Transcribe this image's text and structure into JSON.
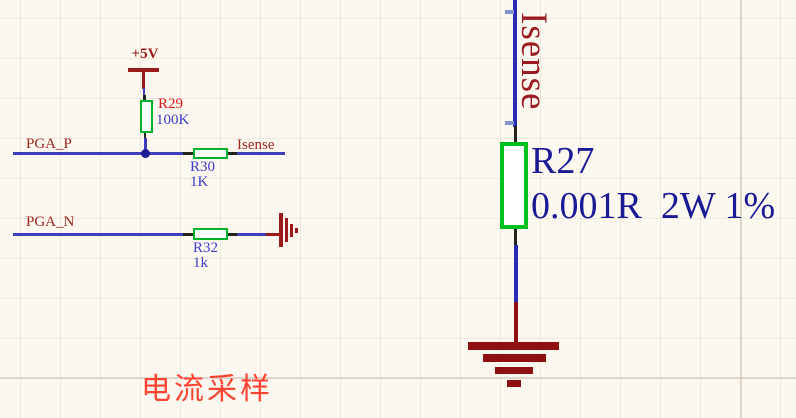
{
  "sheet": {
    "caption": "电流采样"
  },
  "left": {
    "power": {
      "label": "+5V"
    },
    "r29": {
      "designator": "R29",
      "value": "100K"
    },
    "pga_p": {
      "label": "PGA_P"
    },
    "r30": {
      "designator": "R30",
      "value": "1K"
    },
    "isense": {
      "label": "Isense"
    },
    "pga_n": {
      "label": "PGA_N"
    },
    "r32": {
      "designator": "R32",
      "value": "1k"
    }
  },
  "right": {
    "isense": {
      "label": "Isense"
    },
    "r27": {
      "designator": "R27",
      "value": "0.001R  2W 1%"
    }
  },
  "colors": {
    "background": "#FCF8EF",
    "wire_blue": "#3F3FBE",
    "wire_blue_dark": "#2A2AB4",
    "net_label_red": "#9E2420",
    "designator_red": "#E01818",
    "value_blue": "#3C3CC8",
    "big_text_navy": "#1A1A94",
    "resistor_green": "#00B32C",
    "ground_dark_red": "#8E1010",
    "power_dark_red": "#9B1B1B",
    "caption_bright_red": "#FF4433"
  }
}
